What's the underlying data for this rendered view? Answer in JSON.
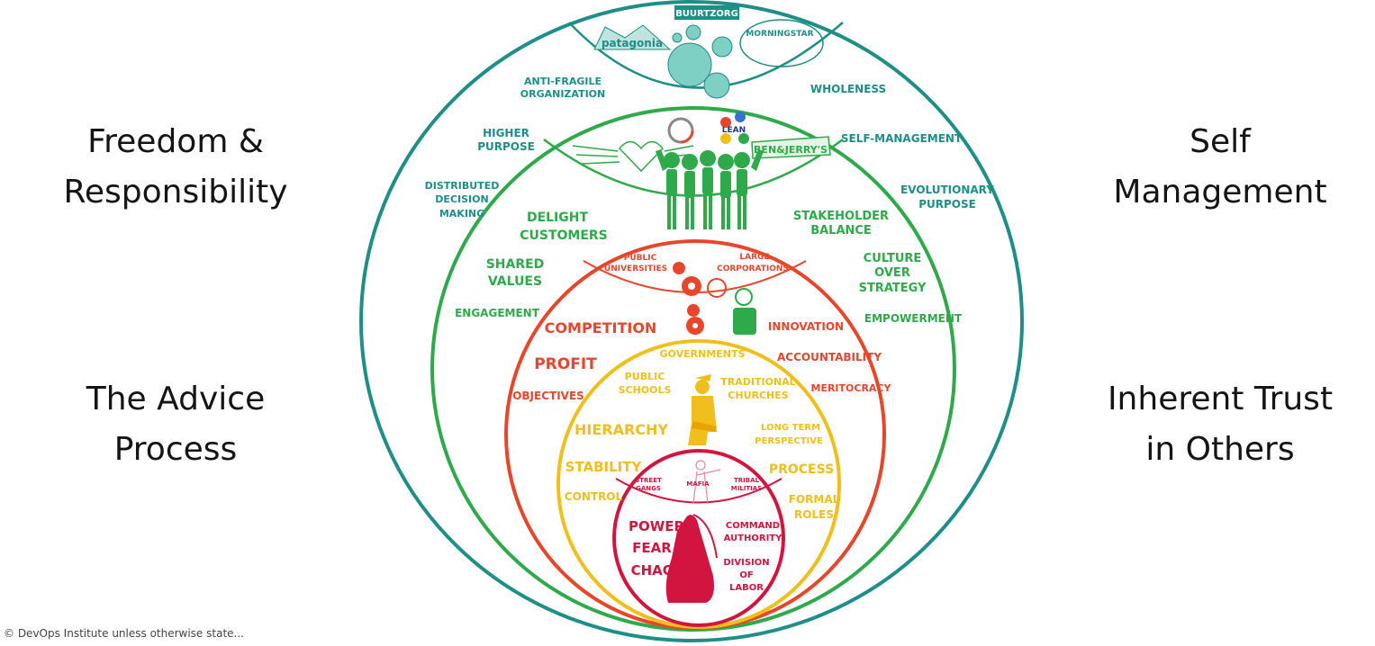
{
  "side_text": {
    "top_left": [
      "Freedom &",
      "Responsibility"
    ],
    "bottom_left": [
      "The Advice",
      "Process"
    ],
    "top_right": [
      "Self",
      "Management"
    ],
    "bottom_right": [
      "Inherent Trust",
      "in Others"
    ]
  },
  "footer": "©  DevOps Institute unless otherwise state...",
  "colors": {
    "teal": "#1e8f86",
    "green": "#2eaa4a",
    "orange": "#e8462b",
    "amber": "#f0bf1d",
    "red": "#d2153e"
  },
  "logos": {
    "buurtzorg": "BUURTZORG",
    "patagonia": "patagonia",
    "morningstar": "MORNINGSTAR",
    "benjerrys": "BEN&JERRY'S",
    "lean": "LEAN"
  },
  "teal": {
    "anti_fragile": [
      "ANTI-FRAGILE",
      "ORGANIZATION"
    ],
    "wholeness": "WHOLENESS",
    "higher_purpose": [
      "HIGHER",
      "PURPOSE"
    ],
    "self_management": "SELF-MANAGEMENT",
    "distributed": [
      "DISTRIBUTED",
      "DECISION",
      "MAKING"
    ],
    "evolutionary": [
      "EVOLUTIONARY",
      "PURPOSE"
    ]
  },
  "green": {
    "delight": [
      "DELIGHT",
      "CUSTOMERS"
    ],
    "stakeholder": [
      "STAKEHOLDER",
      "BALANCE"
    ],
    "shared": [
      "SHARED",
      "VALUES"
    ],
    "culture": [
      "CULTURE",
      "OVER",
      "STRATEGY"
    ],
    "engagement": "ENGAGEMENT",
    "empowerment": "EMPOWERMENT"
  },
  "orange": {
    "public_universities": [
      "PUBLIC",
      "UNIVERSITIES"
    ],
    "large_corporations": [
      "LARGE",
      "CORPORATIONS"
    ],
    "competition": "COMPETITION",
    "innovation": "INNOVATION",
    "profit": "PROFIT",
    "accountability": "ACCOUNTABILITY",
    "objectives": "OBJECTIVES",
    "meritocracy": "MERITOCRACY"
  },
  "amber": {
    "governments": "GOVERNMENTS",
    "public_schools": [
      "PUBLIC",
      "SCHOOLS"
    ],
    "traditional": [
      "TRADITIONAL",
      "CHURCHES"
    ],
    "hierarchy": "HIERARCHY",
    "long_term": [
      "LONG TERM",
      "PERSPECTIVE"
    ],
    "stability": "STABILITY",
    "process": "PROCESS",
    "control": "CONTROL",
    "formal_roles": [
      "FORMAL",
      "ROLES"
    ]
  },
  "red": {
    "street_gangs": [
      "STREET",
      "GANGS"
    ],
    "mafia": "MAFIA",
    "tribal_militias": [
      "TRIBAL",
      "MILITIAS"
    ],
    "power": "POWER",
    "fear": "FEAR",
    "chaos": "CHAOS",
    "command": [
      "COMMAND",
      "AUTHORITY"
    ],
    "division": [
      "DIVISION",
      "OF",
      "LABOR"
    ]
  }
}
